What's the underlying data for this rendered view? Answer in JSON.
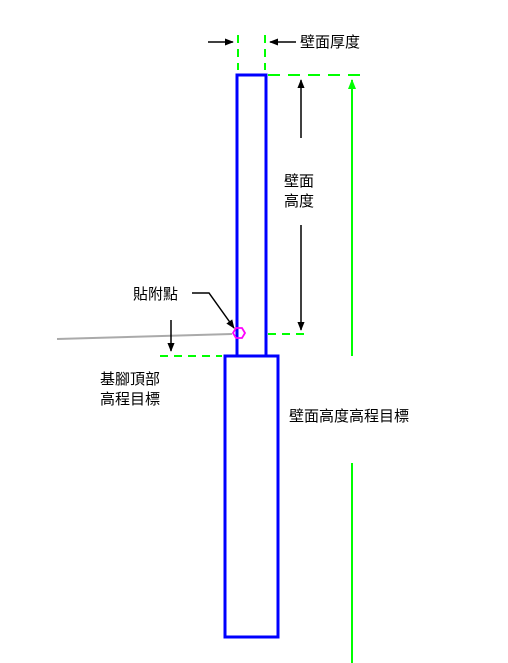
{
  "labels": {
    "wall_thickness": "壁面厚度",
    "wall_height_line1": "壁面",
    "wall_height_line2": "高度",
    "snap_point": "貼附點",
    "footing_top_line1": "基腳頂部",
    "footing_top_line2": "高程目標",
    "wall_height_target": "壁面高度高程目標"
  },
  "colors": {
    "wall_outline": "#0000ff",
    "dimension_line": "#00ff00",
    "arrow": "#000000",
    "snap_marker": "#ff00ff",
    "ground_line": "#aaaaaa"
  },
  "icons": {
    "snap_marker": "hexagon-snap-icon"
  }
}
